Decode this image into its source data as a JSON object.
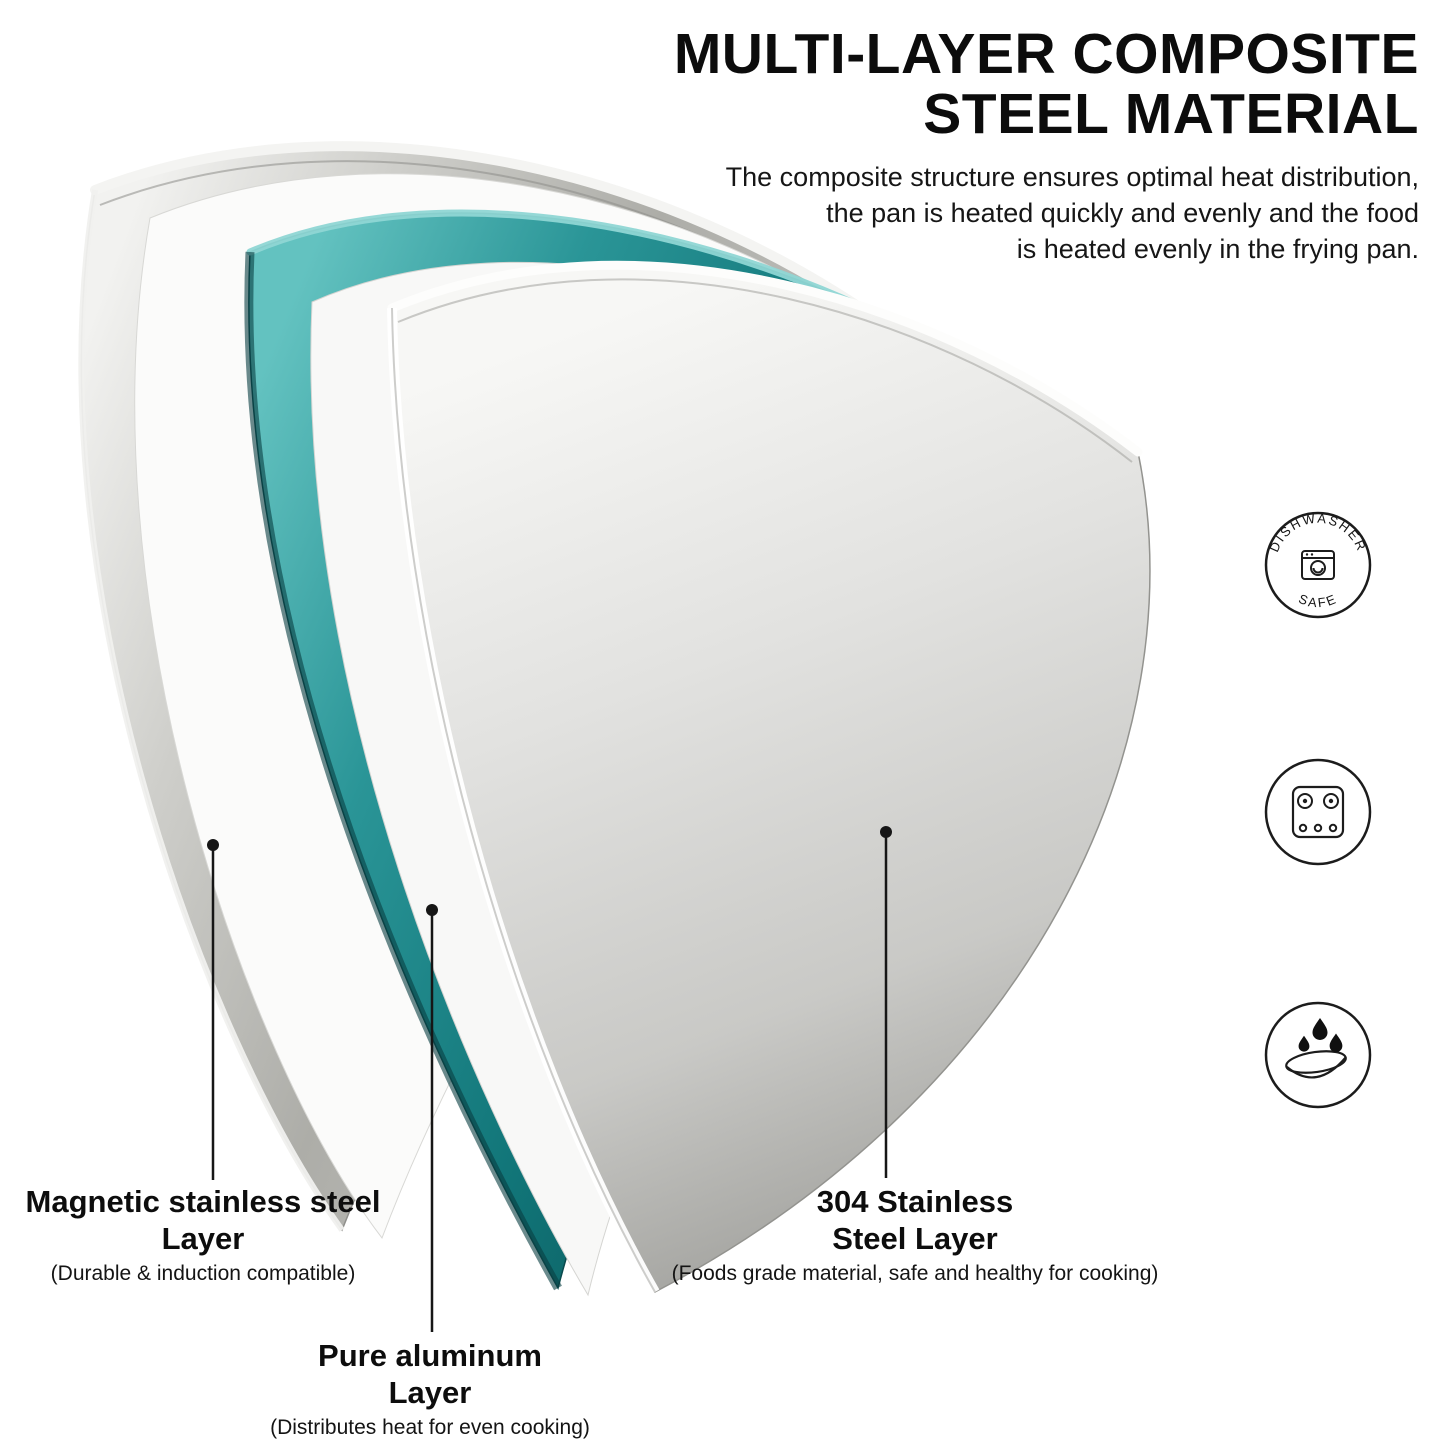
{
  "header": {
    "title_line1": "MULTI-LAYER COMPOSITE",
    "title_line2": "STEEL MATERIAL",
    "subtitle_line1": "The composite structure ensures optimal heat distribution,",
    "subtitle_line2": "the pan is heated quickly and evenly and the food",
    "subtitle_line3": "is heated evenly in the frying pan."
  },
  "badge": {
    "top": "DISHWASHER",
    "bottom": "SAFE"
  },
  "callouts": [
    {
      "line1": "Magnetic stainless steel",
      "line2": "Layer",
      "desc": "(Durable & induction compatible)"
    },
    {
      "line1": "Pure aluminum",
      "line2": "Layer",
      "desc": "(Distributes heat for even cooking)"
    },
    {
      "line1": "304 Stainless",
      "line2": "Steel Layer",
      "desc": "(Foods grade material, safe and healthy for cooking)"
    }
  ],
  "icons": [
    "dishwasher-safe-badge",
    "gas-stove-icon",
    "water-drops-icon"
  ],
  "colors": {
    "accent_teal": "#157a7d",
    "silver": "#c7c7c3",
    "text": "#111111",
    "background": "#ffffff"
  }
}
